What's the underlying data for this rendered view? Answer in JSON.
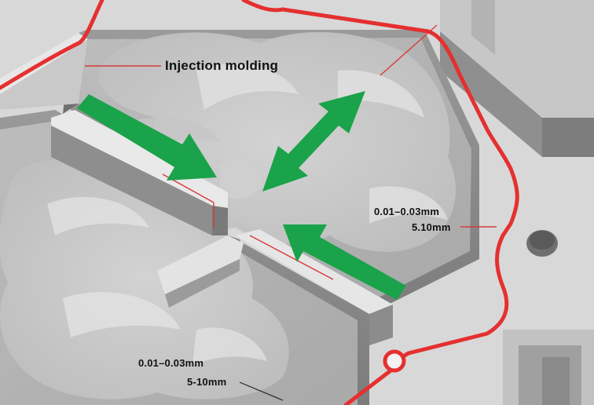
{
  "labels": {
    "process": "Injection molding",
    "right_tolerance": "0.01–0.03mm",
    "right_dimension": "5.10mm",
    "bottom_tolerance": "0.01–0.03mm",
    "bottom_dimension": "5-10mm"
  },
  "colors": {
    "mold_surface": "#d9d9d9",
    "cavity_floor": "#b3b3b3",
    "flow_arrow": "#1aa34a",
    "parting_line": "#e53030",
    "leader_line": "#d83a3a"
  },
  "icons": {
    "flow_arrows": "arrow-icon",
    "gate_marker": "circle-marker-icon"
  }
}
